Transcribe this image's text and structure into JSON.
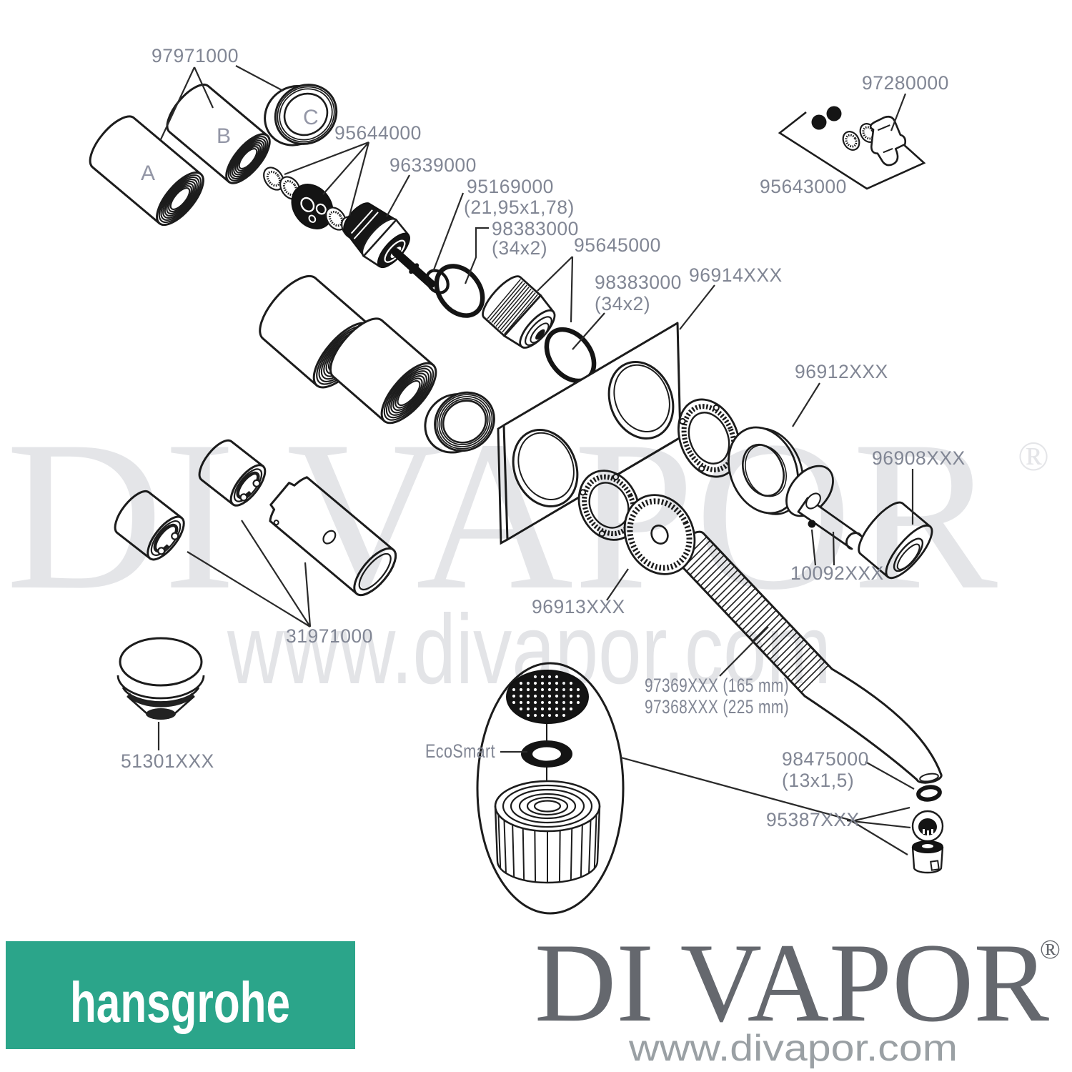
{
  "watermark": {
    "name": "DI VAPOR",
    "reg": "®",
    "url": "www.divapor.com"
  },
  "diagram": {
    "section_letters": [
      "A",
      "B",
      "C"
    ],
    "labels": {
      "l97971000": "97971000",
      "l95644000": "95644000",
      "l96339000": "96339000",
      "l95169000": "95169000",
      "l95169000_size": "(21,95x1,78)",
      "l98383000a": "98383000",
      "l98383000a_size": "(34x2)",
      "l95645000": "95645000",
      "l98383000b": "98383000",
      "l98383000b_size": "(34x2)",
      "l96914": "96914XXX",
      "l97280000": "97280000",
      "l95643000": "95643000",
      "l96912": "96912XXX",
      "l96908": "96908XXX",
      "l10092": "10092XXX",
      "l96913": "96913XXX",
      "l31971000": "31971000",
      "l51301": "51301XXX",
      "lecosmart": "EcoSmart",
      "l97369": "97369XXX (165 mm)",
      "l97368": "97368XXX (225 mm)",
      "l98475000": "98475000",
      "l98475000_size": "(13x1,5)",
      "l95387": "95387XXX"
    }
  },
  "footer": {
    "brand": "hansgrohe",
    "logo": "DI VAPOR",
    "reg": "®",
    "url": "www.divapor.com"
  },
  "colors": {
    "hansgrohe_green": "#2ba58a",
    "label_text": "#818694",
    "line_art": "#1c1c1c",
    "watermark": "#e4e5e8",
    "footer_text": "#65686e",
    "footer_url": "#9aa0a4"
  }
}
